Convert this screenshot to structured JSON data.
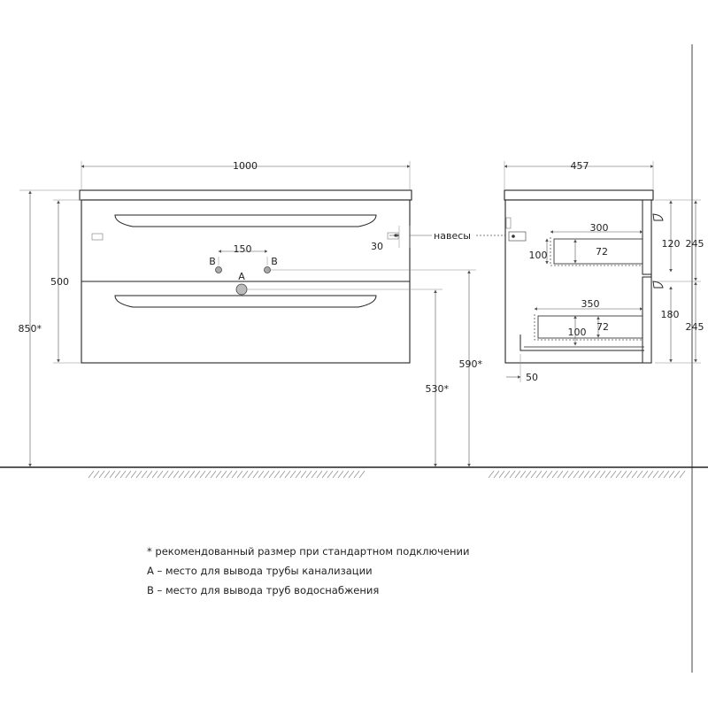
{
  "front": {
    "width": "1000",
    "height": "500",
    "total_height": "850*",
    "pipe_spacing": "150",
    "label_b_left": "B",
    "label_b_right": "B",
    "label_a": "A",
    "height_590": "590*",
    "height_530": "530*",
    "offset_30": "30",
    "hinges_label": "навесы"
  },
  "side": {
    "depth": "457",
    "upper_drawer_depth": "300",
    "upper_drawer_h": "100",
    "upper_drawer_inner": "72",
    "upper_h_120": "120",
    "upper_h_245": "245",
    "lower_drawer_depth": "350",
    "lower_drawer_h": "100",
    "lower_drawer_inner": "72",
    "lower_h_180": "180",
    "lower_h_245": "245",
    "offset_50": "50"
  },
  "notes": [
    "* рекомендованный размер при стандартном подключении",
    "А – место для вывода трубы канализации",
    "В – место для вывода труб водоснабжения"
  ]
}
